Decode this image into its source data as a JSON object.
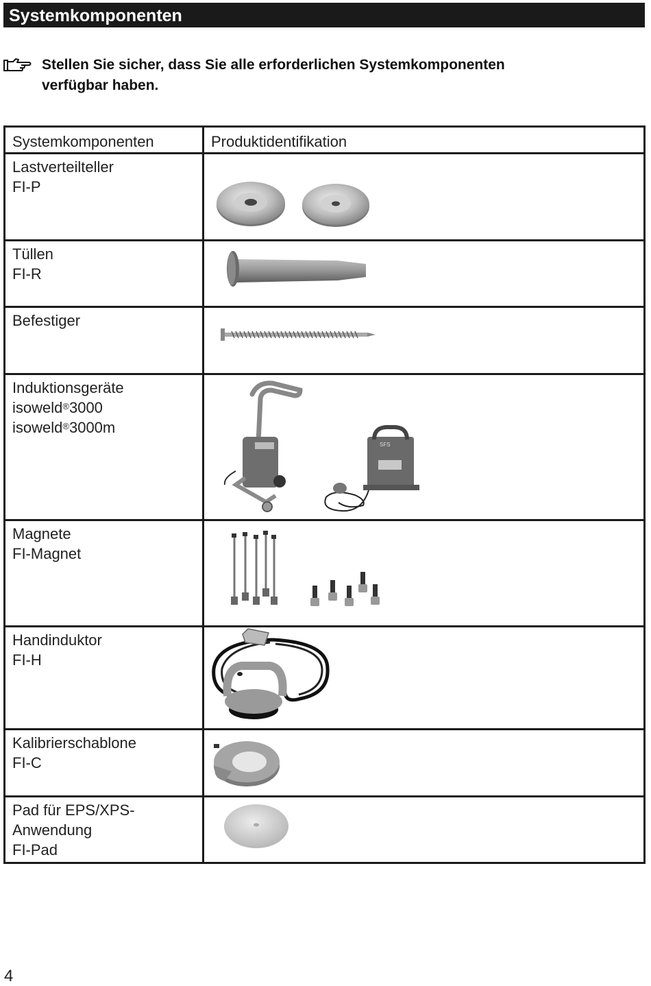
{
  "header": {
    "title": "Systemkomponenten"
  },
  "note": {
    "text_line1": "Stellen Sie sicher, dass Sie alle erforderlichen Systemkomponenten",
    "text_line2": "verfügbar haben."
  },
  "table": {
    "headers": [
      "Systemkomponenten",
      "Produktidentifikation"
    ],
    "rows": [
      {
        "lines": [
          "Lastverteilteller",
          "FI-P"
        ]
      },
      {
        "lines": [
          "Tüllen",
          "FI-R"
        ]
      },
      {
        "lines": [
          "Befestiger"
        ]
      },
      {
        "lines": [
          "Induktionsgeräte",
          "isoweld",
          "3000",
          "isoweld",
          "3000m"
        ],
        "reg": "®"
      },
      {
        "lines": [
          "Magnete",
          "FI-Magnet"
        ]
      },
      {
        "lines": [
          "Handinduktor",
          "FI-H"
        ]
      },
      {
        "lines": [
          "Kalibrierschablone",
          "FI-C"
        ]
      },
      {
        "lines": [
          "Pad für EPS/XPS-",
          "Anwendung",
          "FI-Pad"
        ]
      }
    ]
  },
  "device_label": {
    "brand": "SFS"
  },
  "page_number": "4"
}
